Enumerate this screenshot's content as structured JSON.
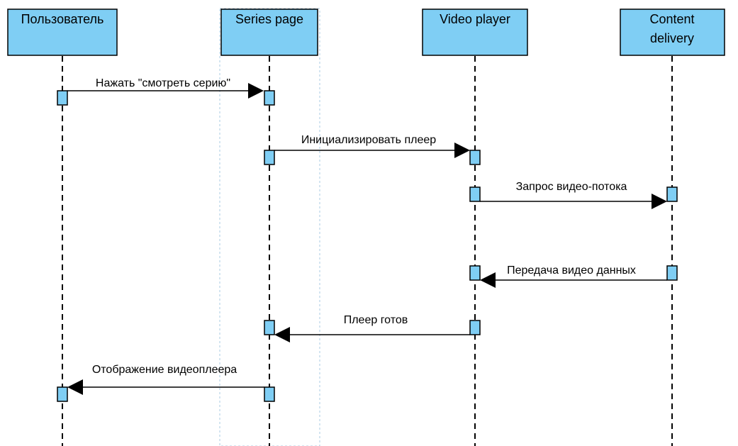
{
  "participants": [
    {
      "id": "user",
      "lines": [
        "Пользователь"
      ]
    },
    {
      "id": "series",
      "lines": [
        "Series page"
      ]
    },
    {
      "id": "player",
      "lines": [
        "Video player"
      ]
    },
    {
      "id": "cdn",
      "lines": [
        "Content",
        "delivery"
      ]
    }
  ],
  "messages": [
    {
      "label": "Нажать \"смотреть  серию\"",
      "from": "user",
      "to": "series"
    },
    {
      "label": "Инициализировать плеер",
      "from": "series",
      "to": "player"
    },
    {
      "label": "Запрос видео-потока",
      "from": "player",
      "to": "cdn"
    },
    {
      "label": "Передача видео данных",
      "from": "cdn",
      "to": "player"
    },
    {
      "label": "Плеер готов",
      "from": "player",
      "to": "series"
    },
    {
      "label": "Отображение видеоплеера",
      "from": "series",
      "to": "user"
    }
  ],
  "colors": {
    "box_fill": "#7fcef4",
    "stroke": "#000000",
    "guide": "#a9cbe3"
  }
}
